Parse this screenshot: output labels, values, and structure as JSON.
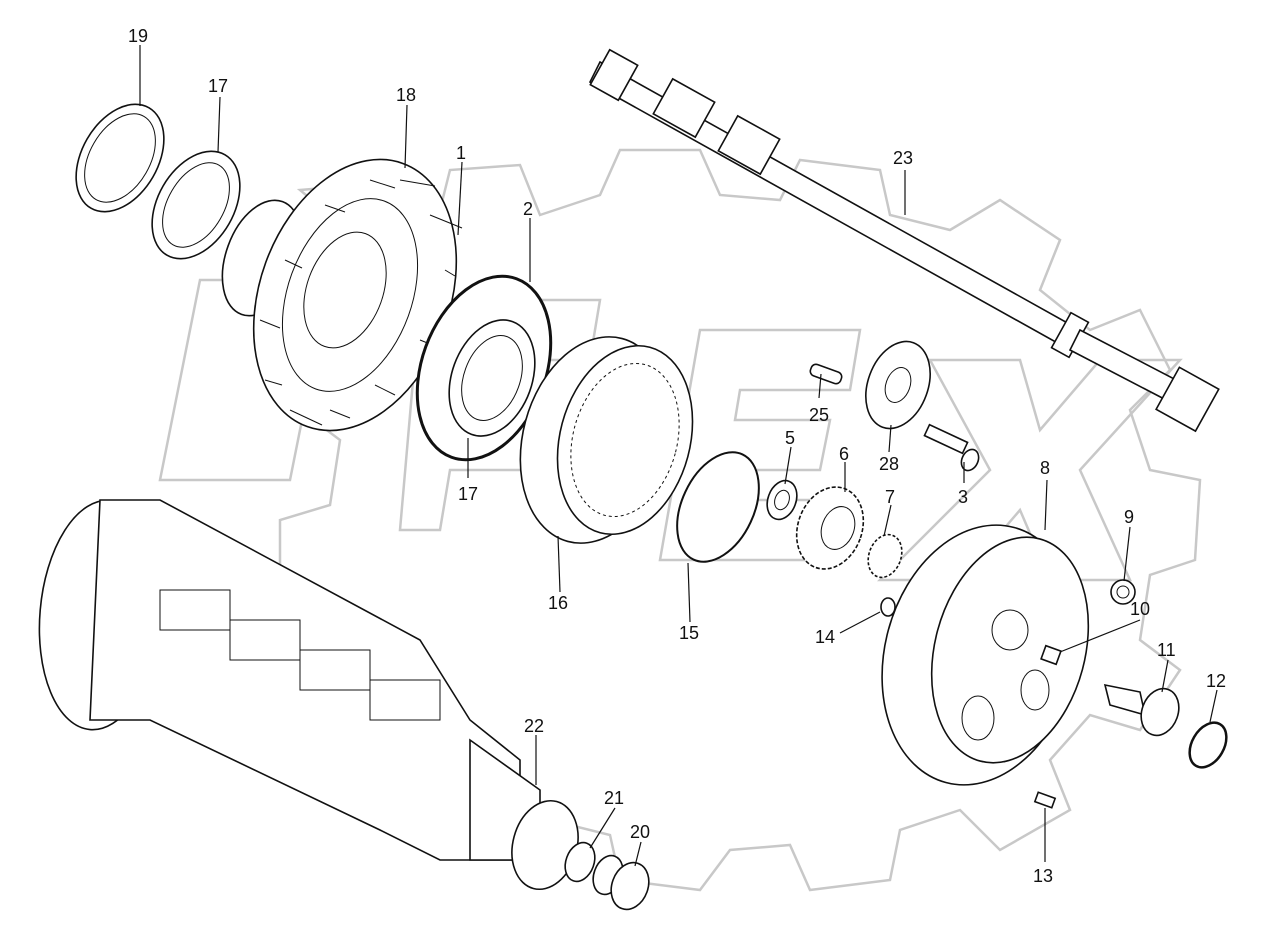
{
  "diagram": {
    "callouts": [
      {
        "id": "19",
        "text": "19"
      },
      {
        "id": "17a",
        "text": "17"
      },
      {
        "id": "18",
        "text": "18"
      },
      {
        "id": "1",
        "text": "1"
      },
      {
        "id": "2",
        "text": "2"
      },
      {
        "id": "23",
        "text": "23"
      },
      {
        "id": "17b",
        "text": "17"
      },
      {
        "id": "25",
        "text": "25"
      },
      {
        "id": "28",
        "text": "28"
      },
      {
        "id": "3",
        "text": "3"
      },
      {
        "id": "5",
        "text": "5"
      },
      {
        "id": "6",
        "text": "6"
      },
      {
        "id": "7",
        "text": "7"
      },
      {
        "id": "8",
        "text": "8"
      },
      {
        "id": "9",
        "text": "9"
      },
      {
        "id": "10",
        "text": "10"
      },
      {
        "id": "11",
        "text": "11"
      },
      {
        "id": "12",
        "text": "12"
      },
      {
        "id": "14",
        "text": "14"
      },
      {
        "id": "15",
        "text": "15"
      },
      {
        "id": "16",
        "text": "16"
      },
      {
        "id": "22",
        "text": "22"
      },
      {
        "id": "21",
        "text": "21"
      },
      {
        "id": "20",
        "text": "20"
      },
      {
        "id": "13",
        "text": "13"
      }
    ],
    "watermark_icon": "gear-logo-watermark",
    "line_color": "#111111",
    "watermark_color": "#c8c8c8"
  }
}
